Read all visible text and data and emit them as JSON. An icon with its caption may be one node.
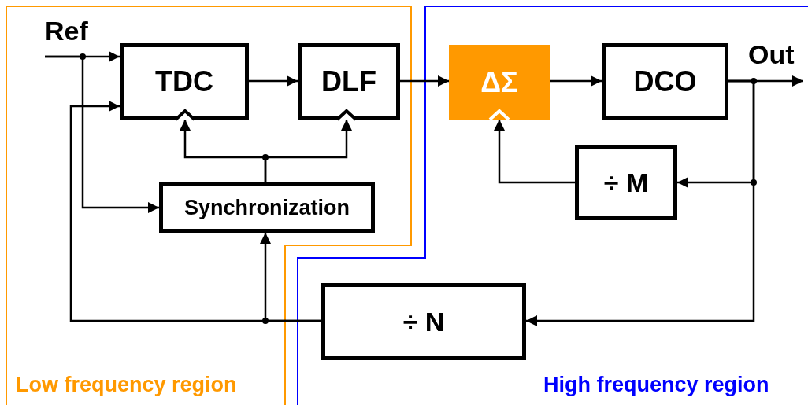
{
  "diagram": {
    "nodes": [
      {
        "text": [
          "Ref"
        ]
      },
      {
        "text": [
          "TDC"
        ]
      },
      {
        "text": [
          "DLF"
        ]
      },
      {
        "text": [
          "Synchronization"
        ]
      },
      {
        "text": [
          "ΔΣ"
        ]
      },
      {
        "text": [
          "DCO"
        ]
      },
      {
        "text": [
          "Out"
        ]
      },
      {
        "text": [
          "÷ M"
        ]
      },
      {
        "text": [
          "÷ N"
        ]
      }
    ],
    "edges": [
      {
        "from": 0,
        "to": 1,
        "arrow": "to"
      },
      {
        "from": 0,
        "to": 3,
        "arrow": "to"
      },
      {
        "from": 8,
        "to": 1,
        "arrow": "to"
      },
      {
        "from": 8,
        "to": 3,
        "arrow": "to"
      },
      {
        "from": 1,
        "to": 2,
        "arrow": "to"
      },
      {
        "from": 3,
        "to": 1,
        "arrow": "to"
      },
      {
        "from": 3,
        "to": 2,
        "arrow": "to"
      },
      {
        "from": 2,
        "to": 4,
        "arrow": "to"
      },
      {
        "from": 4,
        "to": 5,
        "arrow": "to"
      },
      {
        "from": 5,
        "to": 6,
        "arrow": "to"
      },
      {
        "from": 5,
        "to": 7,
        "arrow": "to"
      },
      {
        "from": 7,
        "to": 4,
        "arrow": "to"
      },
      {
        "from": 5,
        "to": 8,
        "arrow": "to"
      }
    ],
    "labels": [
      "Low frequency region",
      "High frequency region"
    ]
  }
}
